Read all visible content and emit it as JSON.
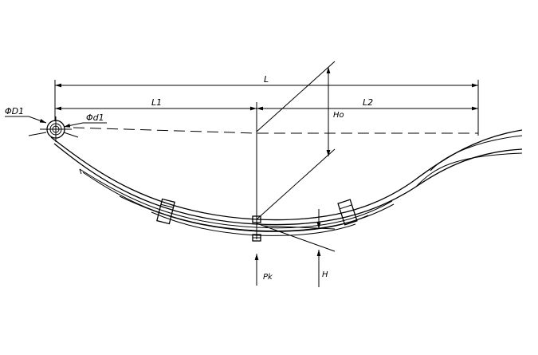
{
  "labels": {
    "overall_length": "L",
    "front_length": "L1",
    "rear_length": "L2",
    "free_camber": "Ho",
    "eye_outer_diameter": "ΦD1",
    "eye_inner_diameter": "Φd1",
    "load": "Pk",
    "loaded_height": "H"
  }
}
